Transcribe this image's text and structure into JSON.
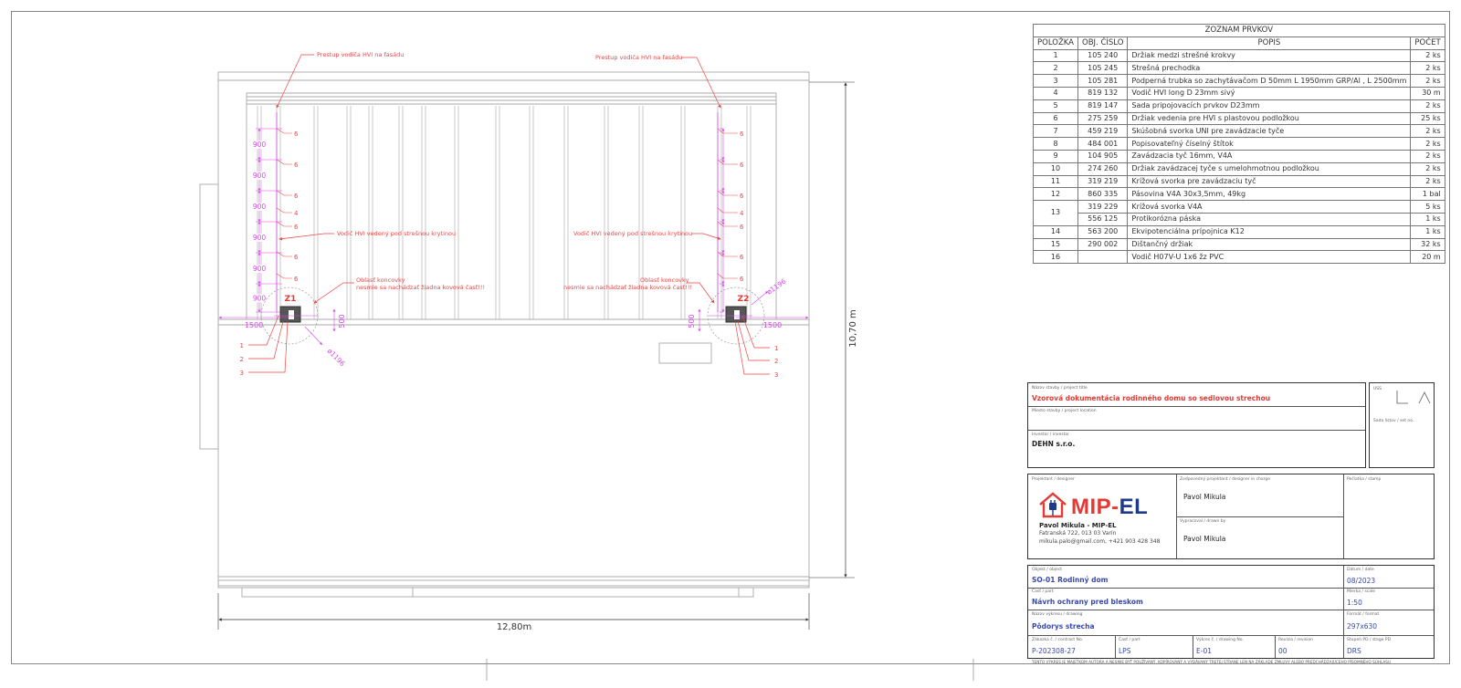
{
  "drawing": {
    "labels": {
      "prestup": "Prestup vodiča HVI na fasádu",
      "vodic": "Vodič HVI vedený pod strešnou krytinou",
      "oblast1": "Oblasť koncovky",
      "oblast2": "nesmie sa nachádzať žiadna kovová časť!!!",
      "z1": "Z1",
      "z2": "Z2",
      "width": "12,80m",
      "height": "10,70 m",
      "d1500": "1500",
      "d500": "500",
      "d900": "900",
      "d1196": "ø1196",
      "n6": "6",
      "n4": "4",
      "n1": "1",
      "n2": "2",
      "n3": "3"
    }
  },
  "parts": {
    "title": "ZOZNAM PRVKOV",
    "headers": [
      "POLOŽKA",
      "OBJ. ČÍSLO",
      "POPIS",
      "POČET"
    ],
    "rows": [
      {
        "pos": "1",
        "num": "105 240",
        "desc": "Držiak medzi strešné krokvy",
        "qty": "2 ks"
      },
      {
        "pos": "2",
        "num": "105 245",
        "desc": "Strešná prechodka",
        "qty": "2 ks"
      },
      {
        "pos": "3",
        "num": "105 281",
        "desc": "Podperná trubka so zachytávačom D 50mm L 1950mm GRP/Al , L 2500mm",
        "qty": "2 ks"
      },
      {
        "pos": "4",
        "num": "819 132",
        "desc": "Vodič HVI long D 23mm sivý",
        "qty": "30 m"
      },
      {
        "pos": "5",
        "num": "819 147",
        "desc": "Sada pripojovacích prvkov D23mm",
        "qty": "2 ks"
      },
      {
        "pos": "6",
        "num": "275 259",
        "desc": "Držiak vedenia pre HVI s plastovou podložkou",
        "qty": "25 ks"
      },
      {
        "pos": "7",
        "num": "459 219",
        "desc": "Skúšobná svorka UNI pre zavádzacie tyče",
        "qty": "2 ks"
      },
      {
        "pos": "8",
        "num": "484 001",
        "desc": "Popisovateľný číselný štítok",
        "qty": "2 ks"
      },
      {
        "pos": "9",
        "num": "104 905",
        "desc": "Zavádzacia tyč 16mm, V4A",
        "qty": "2 ks"
      },
      {
        "pos": "10",
        "num": "274 260",
        "desc": "Držiak zavádzacej tyče s umelohmotnou podložkou",
        "qty": "2 ks"
      },
      {
        "pos": "11",
        "num": "319 219",
        "desc": "Krížová svorka pre zavádzaciu tyč",
        "qty": "2 ks"
      },
      {
        "pos": "12",
        "num": "860 335",
        "desc": "Pásovina V4A 30x3,5mm, 49kg",
        "qty": "1 bal"
      },
      {
        "pos": "13",
        "num": "319 229",
        "desc": "Krížová svorka V4A",
        "qty": "5 ks"
      },
      {
        "pos": "",
        "num": "556 125",
        "desc": "Protikorózna páska",
        "qty": "1 ks"
      },
      {
        "pos": "14",
        "num": "563 200",
        "desc": "Ekvipotenciálna prípojnica K12",
        "qty": "1 ks"
      },
      {
        "pos": "15",
        "num": "290 002",
        "desc": "Dištančný držiak",
        "qty": "32 ks"
      },
      {
        "pos": "16",
        "num": "",
        "desc": "Vodič H07V-U 1x6 žz PVC",
        "qty": "20 m"
      }
    ]
  },
  "titleblock": {
    "project_label": "Názov stavby",
    "project_label_en": "project title",
    "project": "Vzorová dokumentácia rodinného domu so sedlovou strechou",
    "location_label": "Miesto stavby",
    "location_label_en": "project location",
    "investor_label": "Investor",
    "investor_label_en": "investor",
    "investor": "DEHN s.r.o.",
    "uss_label": "USS",
    "sada_label": "Sada listov",
    "sada_label_en": "set no.",
    "designer_label": "Projektant",
    "designer_label_en": "designer",
    "responsible_label": "Zodpovedný projektant",
    "responsible_label_en": "designer in charge",
    "responsible": "Pavol Mikula",
    "drawn_label": "Vypracoval",
    "drawn_label_en": "drawn by",
    "drawn": "Pavol Mikula",
    "stamp_label": "Pečiatka",
    "stamp_label_en": "stamp",
    "company_logo_a": "MIP",
    "company_logo_dash": "-",
    "company_logo_b": "EL",
    "company_name": "Pavol Mikula - MIP-EL",
    "company_address": "Fatranská 722, 013 03 Varín",
    "company_contact": "mikula.palo@gmail.com, +421 903 428 348",
    "object_label": "Objekt",
    "object_label_en": "object",
    "object": "SO-01 Rodinný dom",
    "part_label": "Časť",
    "part_label_en": "part",
    "part": "Návrh ochrany pred bleskom",
    "drawing_label": "Názov výkresu",
    "drawing_label_en": "drawing",
    "drawing": "Pôdorys strecha",
    "date_label": "Dátum",
    "date_label_en": "date",
    "date": "08/2023",
    "scale_label": "Mierka",
    "scale_label_en": "scale",
    "scale": "1:50",
    "format_label": "Formát",
    "format_label_en": "format",
    "format": "297x630",
    "contract_label": "Zákazka č.",
    "contract_label_en": "contract No.",
    "contract": "P-202308-27",
    "cpart_label": "Časť",
    "cpart_label_en": "part",
    "cpart": "LPS",
    "drawno_label": "Výkres č.",
    "drawno_label_en": "drawing No.",
    "drawno": "E-01",
    "rev_label": "Revízia",
    "rev_label_en": "revision",
    "rev": "00",
    "stage_label": "Stupeň PD",
    "stage_label_en": "stage PD",
    "stage": "DRS",
    "disclaimer": "TENTO VÝKRES JE MAJETKOM AUTORA A NESMIE BYŤ POUŽÍVANÝ, KOPÍROVANÝ A VYDÁVANÝ TRETEJ STRANE LEN NA ZÁKLADE ZMLUVY ALEBO PREDCHÁDZAJÚCEHO PÍSOMNÉHO SÚHLASU"
  },
  "colors": {
    "dimension": "#d946ef",
    "annotation": "#ef4444",
    "line": "#999999"
  }
}
